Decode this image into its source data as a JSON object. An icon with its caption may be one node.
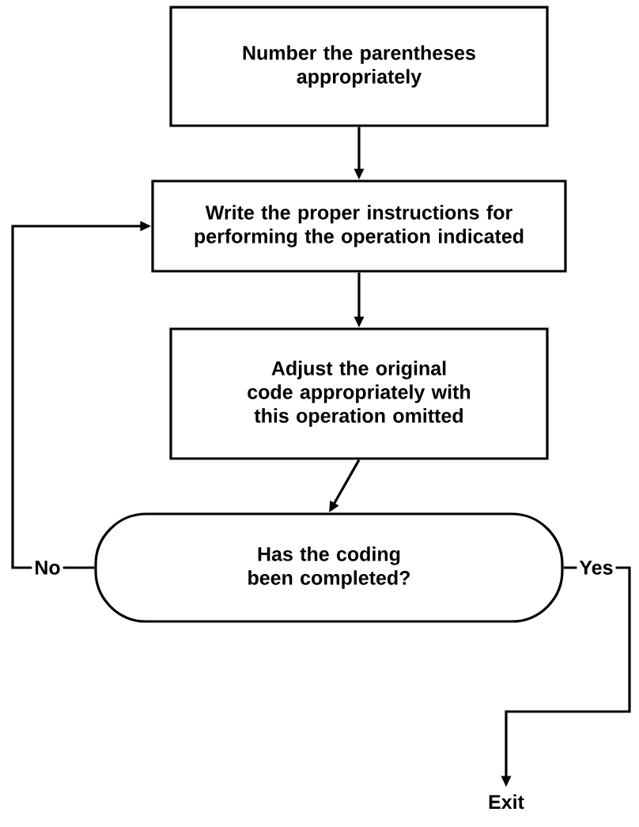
{
  "diagram": {
    "nodes": [
      {
        "text": [
          "Number the parentheses appropriately"
        ]
      },
      {
        "text": [
          "Write the proper instructions for performing the operation indicated"
        ]
      },
      {
        "text": [
          "Adjust the original code appropriately with this operation omitted"
        ]
      },
      {
        "text": [
          "Has the coding been completed?"
        ]
      },
      {
        "text": [
          "Exit"
        ]
      }
    ],
    "edges": [
      {
        "from": 0,
        "to": 1,
        "arrow": "to"
      },
      {
        "from": 1,
        "to": 2,
        "arrow": "to"
      },
      {
        "from": 2,
        "to": 3,
        "arrow": "to"
      },
      {
        "from": 3,
        "to": 1,
        "arrow": "to",
        "label": "No"
      },
      {
        "from": 3,
        "to": 4,
        "arrow": "to",
        "label": "Yes"
      }
    ]
  }
}
